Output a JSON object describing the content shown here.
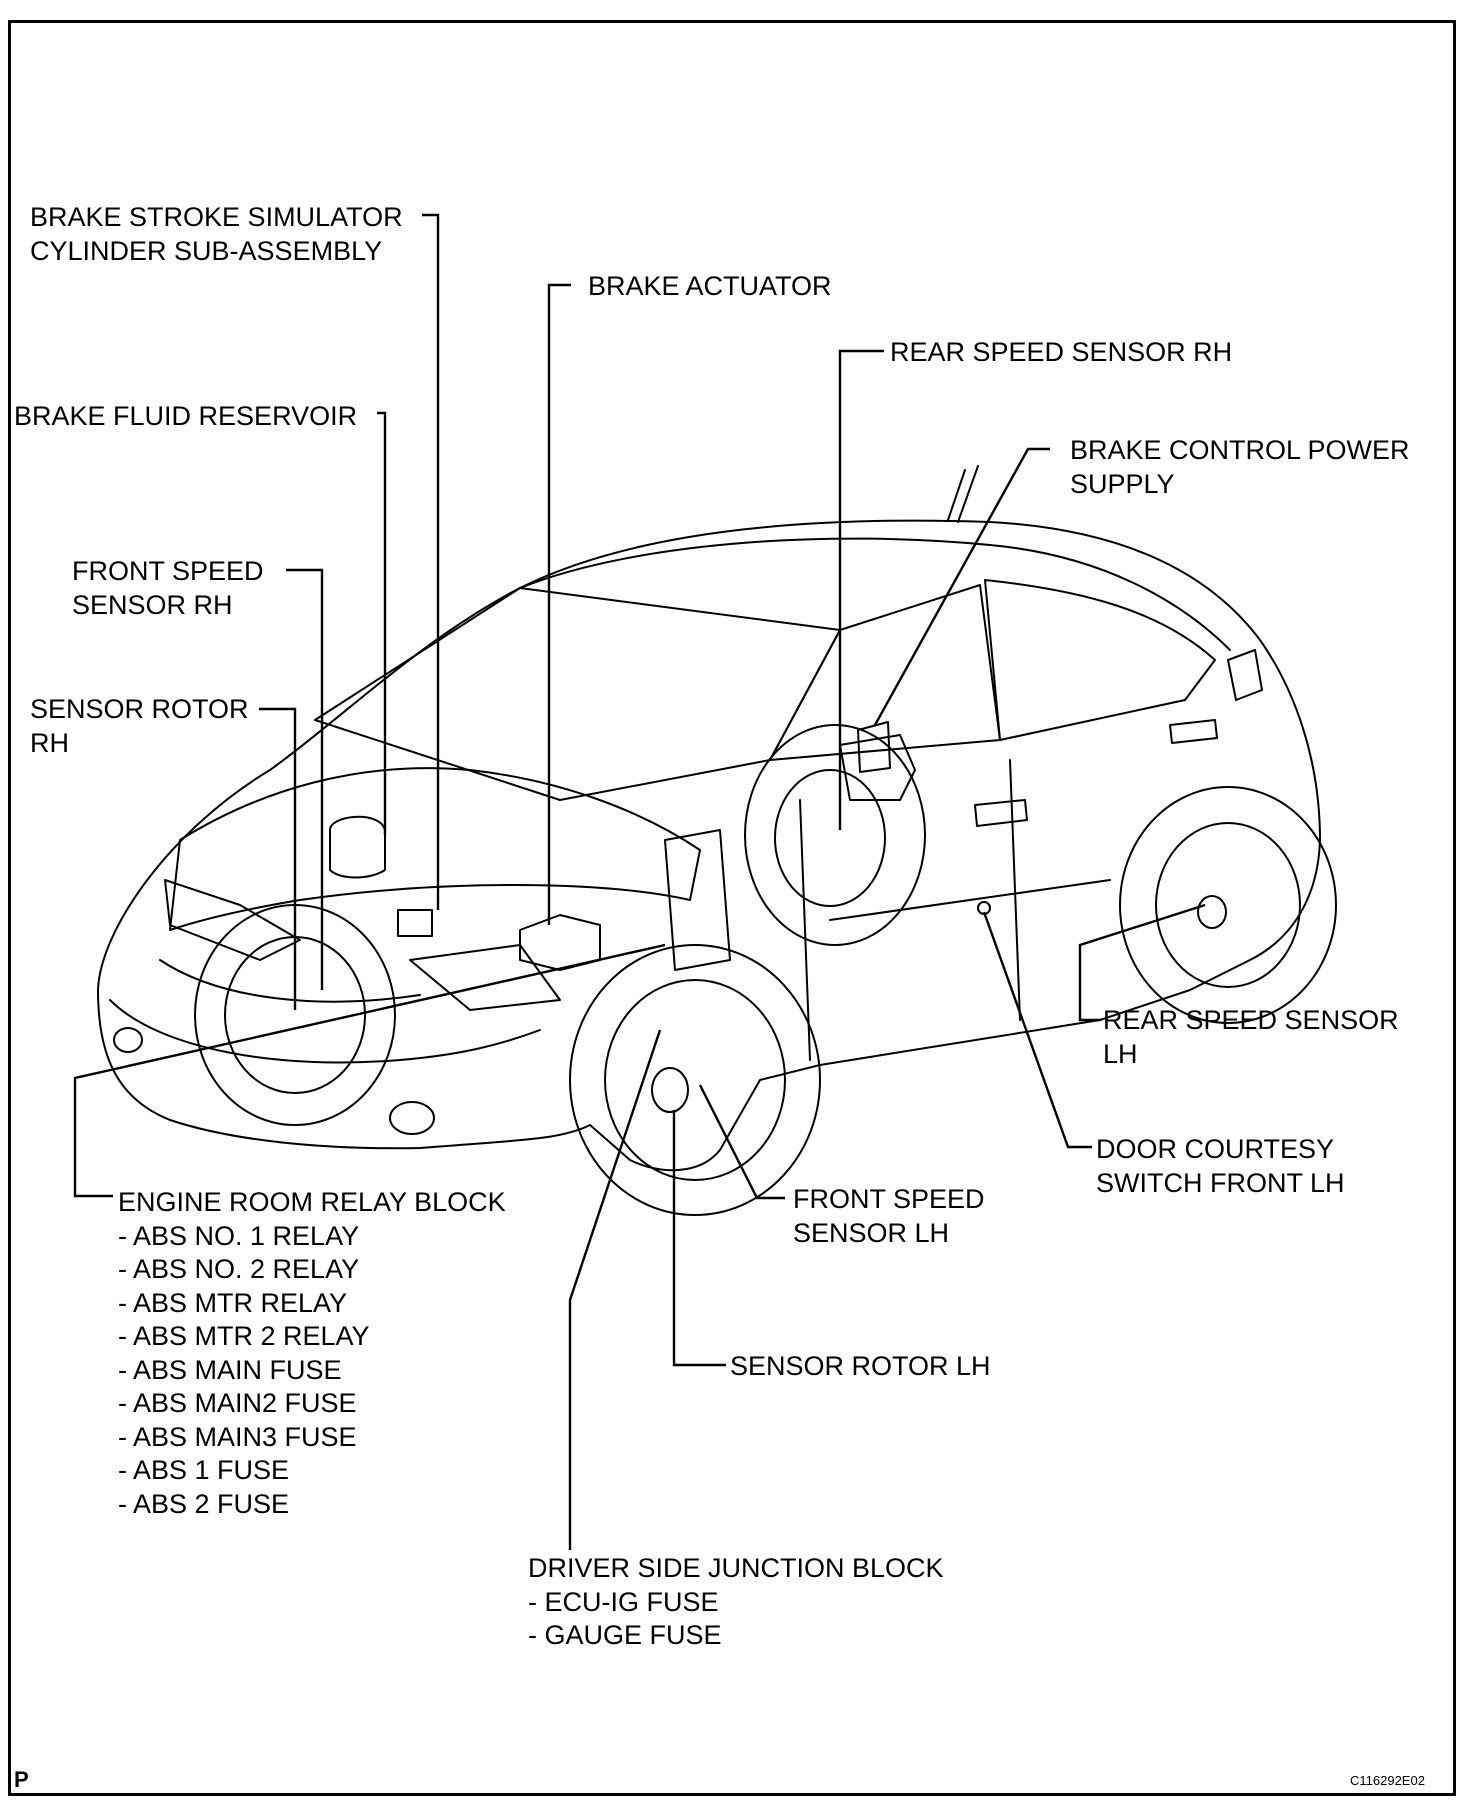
{
  "corner_mark": "P",
  "figure_code": "C116292E02",
  "labels": {
    "brake_stroke_simulator": [
      "BRAKE STROKE SIMULATOR",
      "CYLINDER SUB-ASSEMBLY"
    ],
    "brake_actuator": [
      "BRAKE ACTUATOR"
    ],
    "rear_speed_sensor_rh": [
      "REAR SPEED SENSOR RH"
    ],
    "brake_fluid_reservoir": [
      "BRAKE FLUID RESERVOIR"
    ],
    "brake_control_power_supply": [
      "BRAKE CONTROL POWER",
      "SUPPLY"
    ],
    "front_speed_sensor_rh": [
      "FRONT SPEED",
      "SENSOR RH"
    ],
    "sensor_rotor_rh": [
      "SENSOR ROTOR",
      "RH"
    ],
    "rear_speed_sensor_lh": [
      "REAR SPEED SENSOR",
      "LH"
    ],
    "door_courtesy_switch": [
      "DOOR COURTESY",
      "SWITCH FRONT LH"
    ],
    "front_speed_sensor_lh": [
      "FRONT SPEED",
      "SENSOR LH"
    ],
    "sensor_rotor_lh": [
      "SENSOR ROTOR LH"
    ],
    "engine_room_relay_block": [
      "ENGINE ROOM RELAY BLOCK",
      "- ABS NO. 1 RELAY",
      "- ABS NO. 2 RELAY",
      "- ABS MTR RELAY",
      "- ABS MTR 2 RELAY",
      "- ABS MAIN FUSE",
      "- ABS MAIN2 FUSE",
      "- ABS MAIN3 FUSE",
      "- ABS 1 FUSE",
      "- ABS 2 FUSE"
    ],
    "driver_side_junction_block": [
      "DRIVER SIDE JUNCTION BLOCK",
      "- ECU-IG FUSE",
      "- GAUGE FUSE"
    ]
  }
}
